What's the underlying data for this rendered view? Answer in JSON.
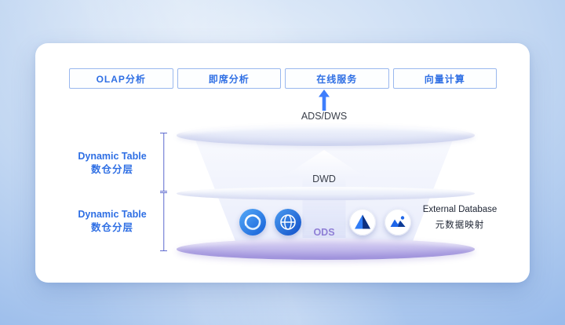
{
  "top_row": {
    "items": [
      {
        "label": "OLAP分析"
      },
      {
        "label": "即席分析"
      },
      {
        "label": "在线服务"
      },
      {
        "label": "向量计算"
      }
    ]
  },
  "layers": {
    "ads_label": "ADS/DWS",
    "dwd_label": "DWD",
    "ods_label": "ODS"
  },
  "left_annotations": [
    {
      "title": "Dynamic Table",
      "subtitle": "数仓分层"
    },
    {
      "title": "Dynamic Table",
      "subtitle": "数仓分层"
    }
  ],
  "right_annotation": {
    "line1": "External Database",
    "line2": "元数据映射"
  },
  "icons": [
    {
      "name": "swirl-logo-icon"
    },
    {
      "name": "globe-logo-icon"
    },
    {
      "name": "triangle-logo-icon"
    },
    {
      "name": "mountain-logo-icon"
    }
  ],
  "colors": {
    "accent_blue": "#2F6FE4",
    "arrow_blue": "#3E7EFC",
    "ods_purple": "#8F7FD6",
    "bracket_indigo": "#5F6BCF",
    "layer_lavender": "#E3E8F8",
    "bottom_layer_purple": "#B7AEE6"
  }
}
